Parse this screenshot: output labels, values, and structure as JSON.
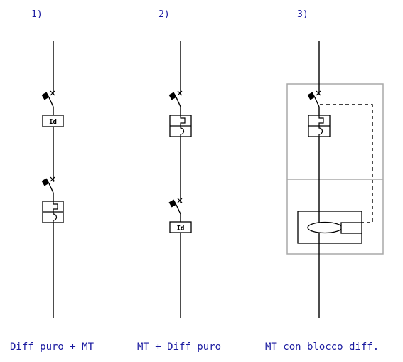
{
  "diagrams": [
    {
      "number": "1)",
      "caption": "Diff puro + MT",
      "id_label": "Id"
    },
    {
      "number": "2)",
      "caption": "MT + Diff puro",
      "id_label": "Id"
    },
    {
      "number": "3)",
      "caption": "MT con blocco diff."
    }
  ],
  "colors": {
    "label_text": "#1a1aa0",
    "wire": "#000000",
    "enclosure": "#a8a8a8"
  }
}
